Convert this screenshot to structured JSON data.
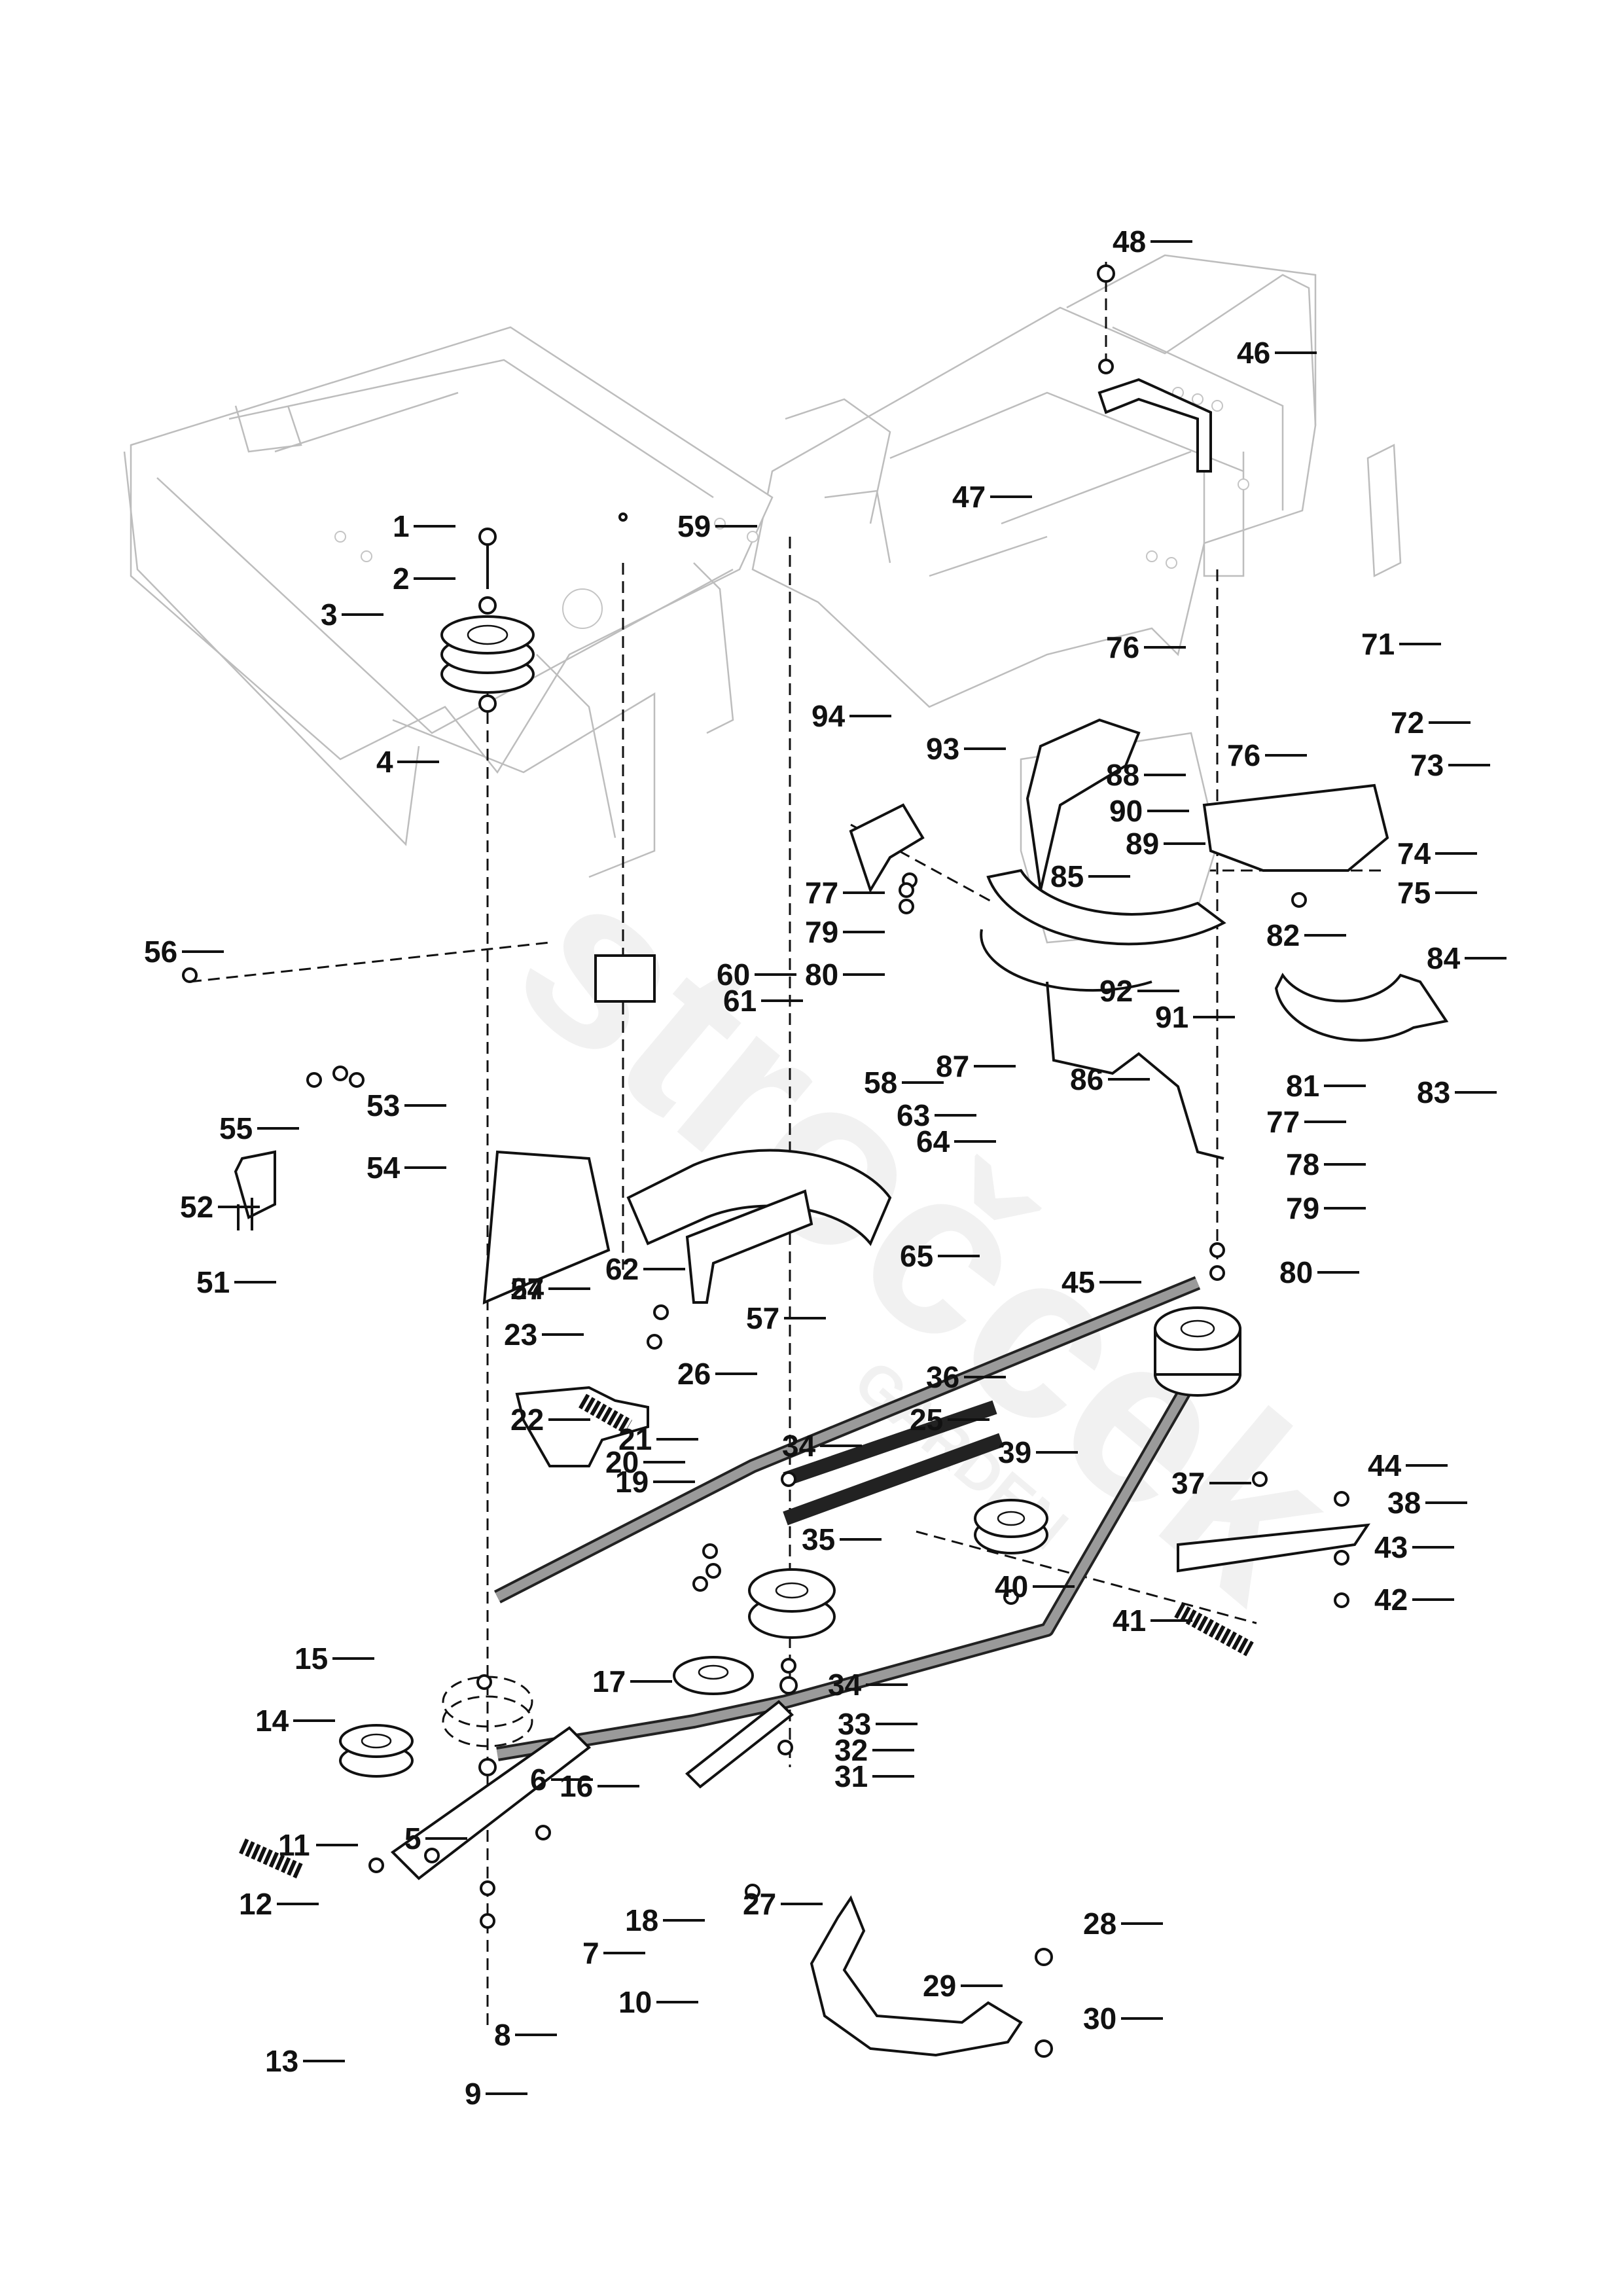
{
  "diagram": {
    "title": "Exploded parts diagram - belt drive and pulley assembly",
    "watermark": {
      "brand": "stročcek",
      "sub": "GARDEN"
    },
    "callouts": [
      {
        "id": "1",
        "label": "1"
      },
      {
        "id": "2",
        "label": "2"
      },
      {
        "id": "3",
        "label": "3"
      },
      {
        "id": "4",
        "label": "4"
      },
      {
        "id": "5",
        "label": "5"
      },
      {
        "id": "6",
        "label": "6"
      },
      {
        "id": "7",
        "label": "7"
      },
      {
        "id": "8",
        "label": "8"
      },
      {
        "id": "9",
        "label": "9"
      },
      {
        "id": "10",
        "label": "10"
      },
      {
        "id": "11",
        "label": "11"
      },
      {
        "id": "12",
        "label": "12"
      },
      {
        "id": "13",
        "label": "13"
      },
      {
        "id": "14",
        "label": "14"
      },
      {
        "id": "15",
        "label": "15"
      },
      {
        "id": "16",
        "label": "16"
      },
      {
        "id": "17",
        "label": "17"
      },
      {
        "id": "18",
        "label": "18"
      },
      {
        "id": "19",
        "label": "19"
      },
      {
        "id": "20",
        "label": "20"
      },
      {
        "id": "21",
        "label": "21"
      },
      {
        "id": "22",
        "label": "22"
      },
      {
        "id": "23",
        "label": "23"
      },
      {
        "id": "24",
        "label": "24"
      },
      {
        "id": "25",
        "label": "25"
      },
      {
        "id": "26",
        "label": "26"
      },
      {
        "id": "27",
        "label": "27"
      },
      {
        "id": "28",
        "label": "28"
      },
      {
        "id": "29",
        "label": "29"
      },
      {
        "id": "30",
        "label": "30"
      },
      {
        "id": "31",
        "label": "31"
      },
      {
        "id": "32",
        "label": "32"
      },
      {
        "id": "33",
        "label": "33"
      },
      {
        "id": "34a",
        "label": "34"
      },
      {
        "id": "34b",
        "label": "34"
      },
      {
        "id": "35",
        "label": "35"
      },
      {
        "id": "36",
        "label": "36"
      },
      {
        "id": "37",
        "label": "37"
      },
      {
        "id": "38",
        "label": "38"
      },
      {
        "id": "39",
        "label": "39"
      },
      {
        "id": "40",
        "label": "40"
      },
      {
        "id": "41",
        "label": "41"
      },
      {
        "id": "42",
        "label": "42"
      },
      {
        "id": "43",
        "label": "43"
      },
      {
        "id": "44",
        "label": "44"
      },
      {
        "id": "45",
        "label": "45"
      },
      {
        "id": "46",
        "label": "46"
      },
      {
        "id": "47",
        "label": "47"
      },
      {
        "id": "48",
        "label": "48"
      },
      {
        "id": "51",
        "label": "51"
      },
      {
        "id": "52",
        "label": "52"
      },
      {
        "id": "53",
        "label": "53"
      },
      {
        "id": "54",
        "label": "54"
      },
      {
        "id": "55",
        "label": "55"
      },
      {
        "id": "56",
        "label": "56"
      },
      {
        "id": "57a",
        "label": "57"
      },
      {
        "id": "57b",
        "label": "57"
      },
      {
        "id": "58",
        "label": "58"
      },
      {
        "id": "59",
        "label": "59"
      },
      {
        "id": "60",
        "label": "60"
      },
      {
        "id": "61",
        "label": "61"
      },
      {
        "id": "62",
        "label": "62"
      },
      {
        "id": "63",
        "label": "63"
      },
      {
        "id": "64",
        "label": "64"
      },
      {
        "id": "65",
        "label": "65"
      },
      {
        "id": "71",
        "label": "71"
      },
      {
        "id": "72",
        "label": "72"
      },
      {
        "id": "73",
        "label": "73"
      },
      {
        "id": "74",
        "label": "74"
      },
      {
        "id": "75",
        "label": "75"
      },
      {
        "id": "76a",
        "label": "76"
      },
      {
        "id": "76b",
        "label": "76"
      },
      {
        "id": "77a",
        "label": "77"
      },
      {
        "id": "77b",
        "label": "77"
      },
      {
        "id": "78",
        "label": "78"
      },
      {
        "id": "79a",
        "label": "79"
      },
      {
        "id": "79b",
        "label": "79"
      },
      {
        "id": "80a",
        "label": "80"
      },
      {
        "id": "80b",
        "label": "80"
      },
      {
        "id": "81",
        "label": "81"
      },
      {
        "id": "82",
        "label": "82"
      },
      {
        "id": "83",
        "label": "83"
      },
      {
        "id": "84",
        "label": "84"
      },
      {
        "id": "85",
        "label": "85"
      },
      {
        "id": "86",
        "label": "86"
      },
      {
        "id": "87",
        "label": "87"
      },
      {
        "id": "88",
        "label": "88"
      },
      {
        "id": "89",
        "label": "89"
      },
      {
        "id": "90",
        "label": "90"
      },
      {
        "id": "91",
        "label": "91"
      },
      {
        "id": "92",
        "label": "92"
      },
      {
        "id": "93",
        "label": "93"
      },
      {
        "id": "94",
        "label": "94"
      }
    ]
  }
}
